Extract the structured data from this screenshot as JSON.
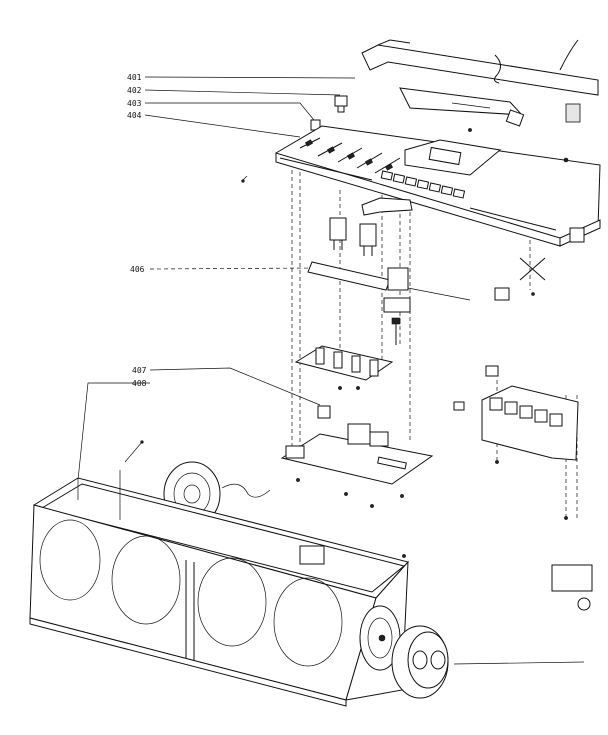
{
  "labels": [
    {
      "id": "401",
      "text": "401"
    },
    {
      "id": "402",
      "text": "402"
    },
    {
      "id": "403",
      "text": "403"
    },
    {
      "id": "404",
      "text": "404"
    },
    {
      "id": "406",
      "text": "406"
    },
    {
      "id": "407",
      "text": "407"
    },
    {
      "id": "408",
      "text": "408"
    }
  ]
}
